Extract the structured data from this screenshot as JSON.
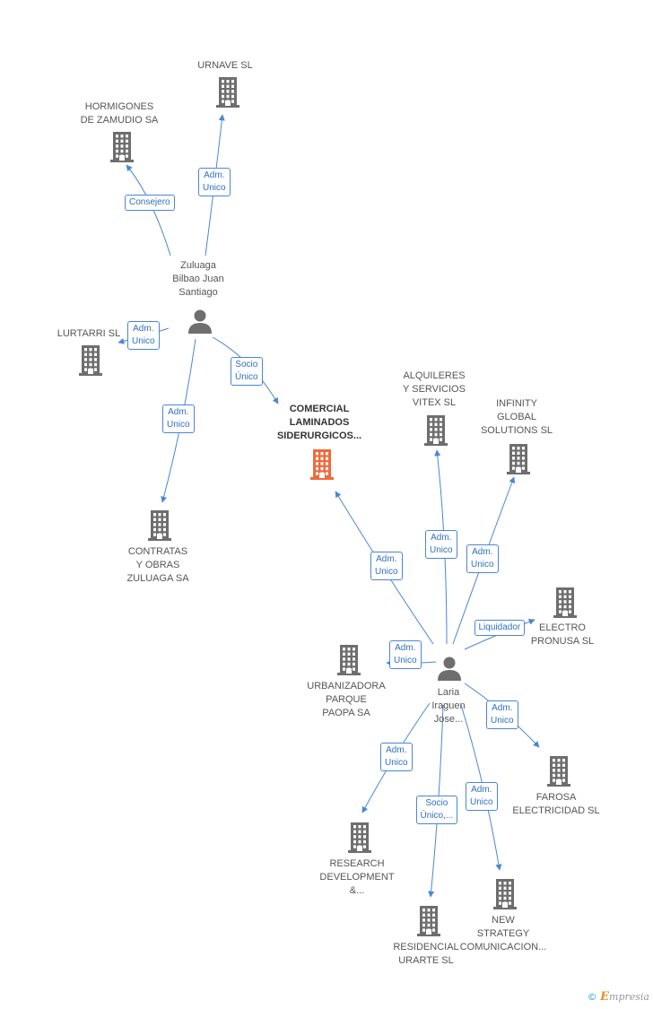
{
  "colors": {
    "edge": "#4a86d4",
    "company": "#6e6e6e",
    "center_company": "#f06a3a",
    "person": "#6e6e6e"
  },
  "nodes": [
    {
      "id": "urnave",
      "kind": "company",
      "label": "URNAVE  SL"
    },
    {
      "id": "hormigones",
      "kind": "company",
      "label": "HORMIGONES\nDE ZAMUDIO SA"
    },
    {
      "id": "zuluaga",
      "kind": "person",
      "label": "Zuluaga\nBilbao Juan\nSantiago"
    },
    {
      "id": "lurtarri",
      "kind": "company",
      "label": "LURTARRI SL"
    },
    {
      "id": "comercial",
      "kind": "center",
      "label": "COMERCIAL\nLAMINADOS\nSIDERURGICOS..."
    },
    {
      "id": "contratas",
      "kind": "company",
      "label": "CONTRATAS\nY OBRAS\nZULUAGA SA"
    },
    {
      "id": "alquileres",
      "kind": "company",
      "label": "ALQUILERES\nY SERVICIOS\nVITEX SL"
    },
    {
      "id": "infinity",
      "kind": "company",
      "label": "INFINITY\nGLOBAL\nSOLUTIONS SL"
    },
    {
      "id": "electro",
      "kind": "company",
      "label": "ELECTRO\nPRONUSA SL"
    },
    {
      "id": "urbanizadora",
      "kind": "company",
      "label": "URBANIZADORA\nPARQUE\nPAOPA SA"
    },
    {
      "id": "laria",
      "kind": "person",
      "label": "Laria\nIraguen\nJose..."
    },
    {
      "id": "farosa",
      "kind": "company",
      "label": "FAROSA\nELECTRICIDAD SL"
    },
    {
      "id": "research",
      "kind": "company",
      "label": "RESEARCH\nDEVELOPMENT\n&..."
    },
    {
      "id": "newstrategy",
      "kind": "company",
      "label": "NEW\nSTRATEGY\nCOMUNICACION..."
    },
    {
      "id": "residencial",
      "kind": "company",
      "label": "RESIDENCIAL\nURARTE SL"
    }
  ],
  "edges": [
    {
      "from": "zuluaga",
      "to": "urnave",
      "label": "Adm.\nUnico"
    },
    {
      "from": "zuluaga",
      "to": "hormigones",
      "label": "Consejero"
    },
    {
      "from": "zuluaga",
      "to": "lurtarri",
      "label": "Adm.\nUnico"
    },
    {
      "from": "zuluaga",
      "to": "comercial",
      "label": "Socio\nÚnico"
    },
    {
      "from": "zuluaga",
      "to": "contratas",
      "label": "Adm.\nUnico"
    },
    {
      "from": "laria",
      "to": "comercial",
      "label": "Adm.\nUnico"
    },
    {
      "from": "laria",
      "to": "alquileres",
      "label": "Adm.\nUnico"
    },
    {
      "from": "laria",
      "to": "infinity",
      "label": "Adm.\nUnico"
    },
    {
      "from": "laria",
      "to": "electro",
      "label": "Liquidador"
    },
    {
      "from": "laria",
      "to": "urbanizadora",
      "label": "Adm.\nUnico"
    },
    {
      "from": "laria",
      "to": "farosa",
      "label": "Adm.\nUnico"
    },
    {
      "from": "laria",
      "to": "research",
      "label": "Adm.\nUnico"
    },
    {
      "from": "laria",
      "to": "residencial",
      "label": "Socio\nÚnico,..."
    },
    {
      "from": "laria",
      "to": "newstrategy",
      "label": "Adm.\nUnico"
    }
  ],
  "footer": {
    "copyright": "©",
    "brand_initial": "E",
    "brand_rest": "mpresia"
  }
}
